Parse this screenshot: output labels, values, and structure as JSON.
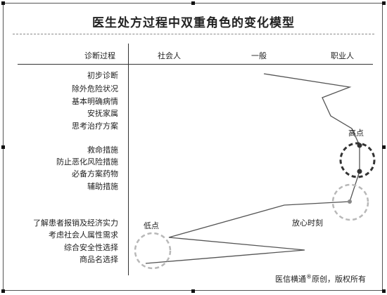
{
  "title": "医生处方过程中双重角色的变化模型",
  "header": {
    "process_label": "诊断过程",
    "col_social": "社会人",
    "col_general": "一般",
    "col_professional": "职业人"
  },
  "steps": [
    "初步诊断",
    "除外危险状况",
    "基本明确病情",
    "安抚家属",
    "思考治疗方案",
    "救命措施",
    "防止恶化风险措施",
    "必备方案药物",
    "辅助措施",
    "了解患者报销及经济实力",
    "考虑社会人属性需求",
    "综合安全性选择",
    "商品名选择"
  ],
  "annotations": {
    "high_point": "高点",
    "low_point": "低点",
    "relief_moment": "放心时刻"
  },
  "footer": {
    "brand": "医信横通",
    "mark": "®",
    "suffix": "原创，版权所有"
  }
}
